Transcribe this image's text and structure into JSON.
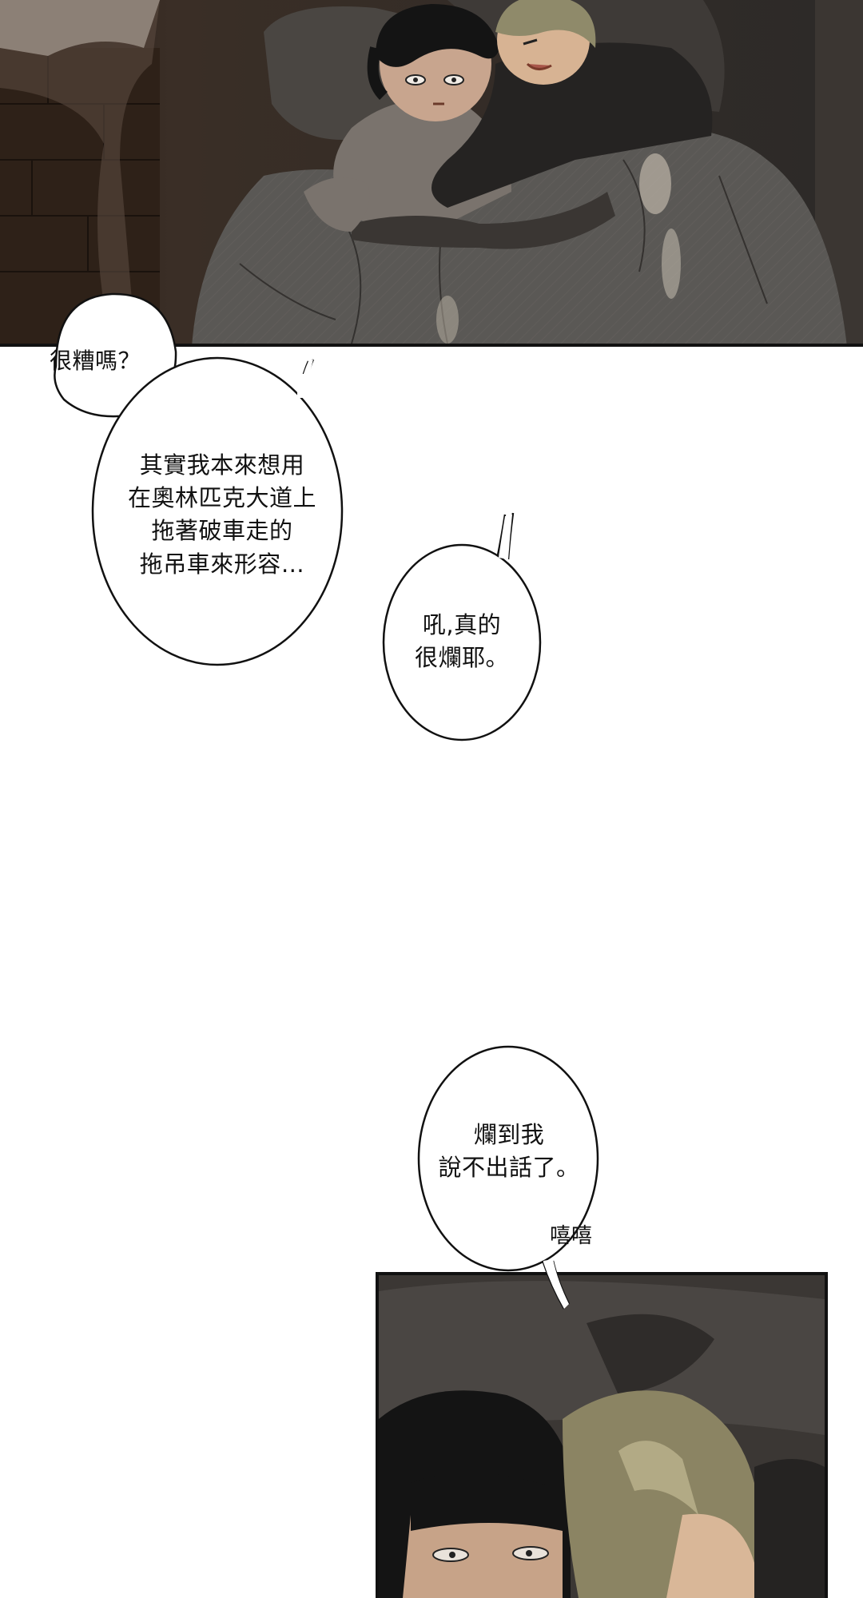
{
  "dialogue": {
    "bubble_1": "很糟嗎？",
    "bubble_2": "其實我本來想用\n在奧林匹克大道上\n拖著破車走的\n拖吊車來形容…",
    "bubble_3": "吼,真的\n很爛耶。",
    "bubble_4": "爛到我\n說不出話了。"
  },
  "sound_effects": {
    "giggle": "嘻嘻"
  },
  "colors": {
    "ink": "#111111",
    "bubble_fill": "#ffffff",
    "panel_dark": "#2b2724"
  }
}
